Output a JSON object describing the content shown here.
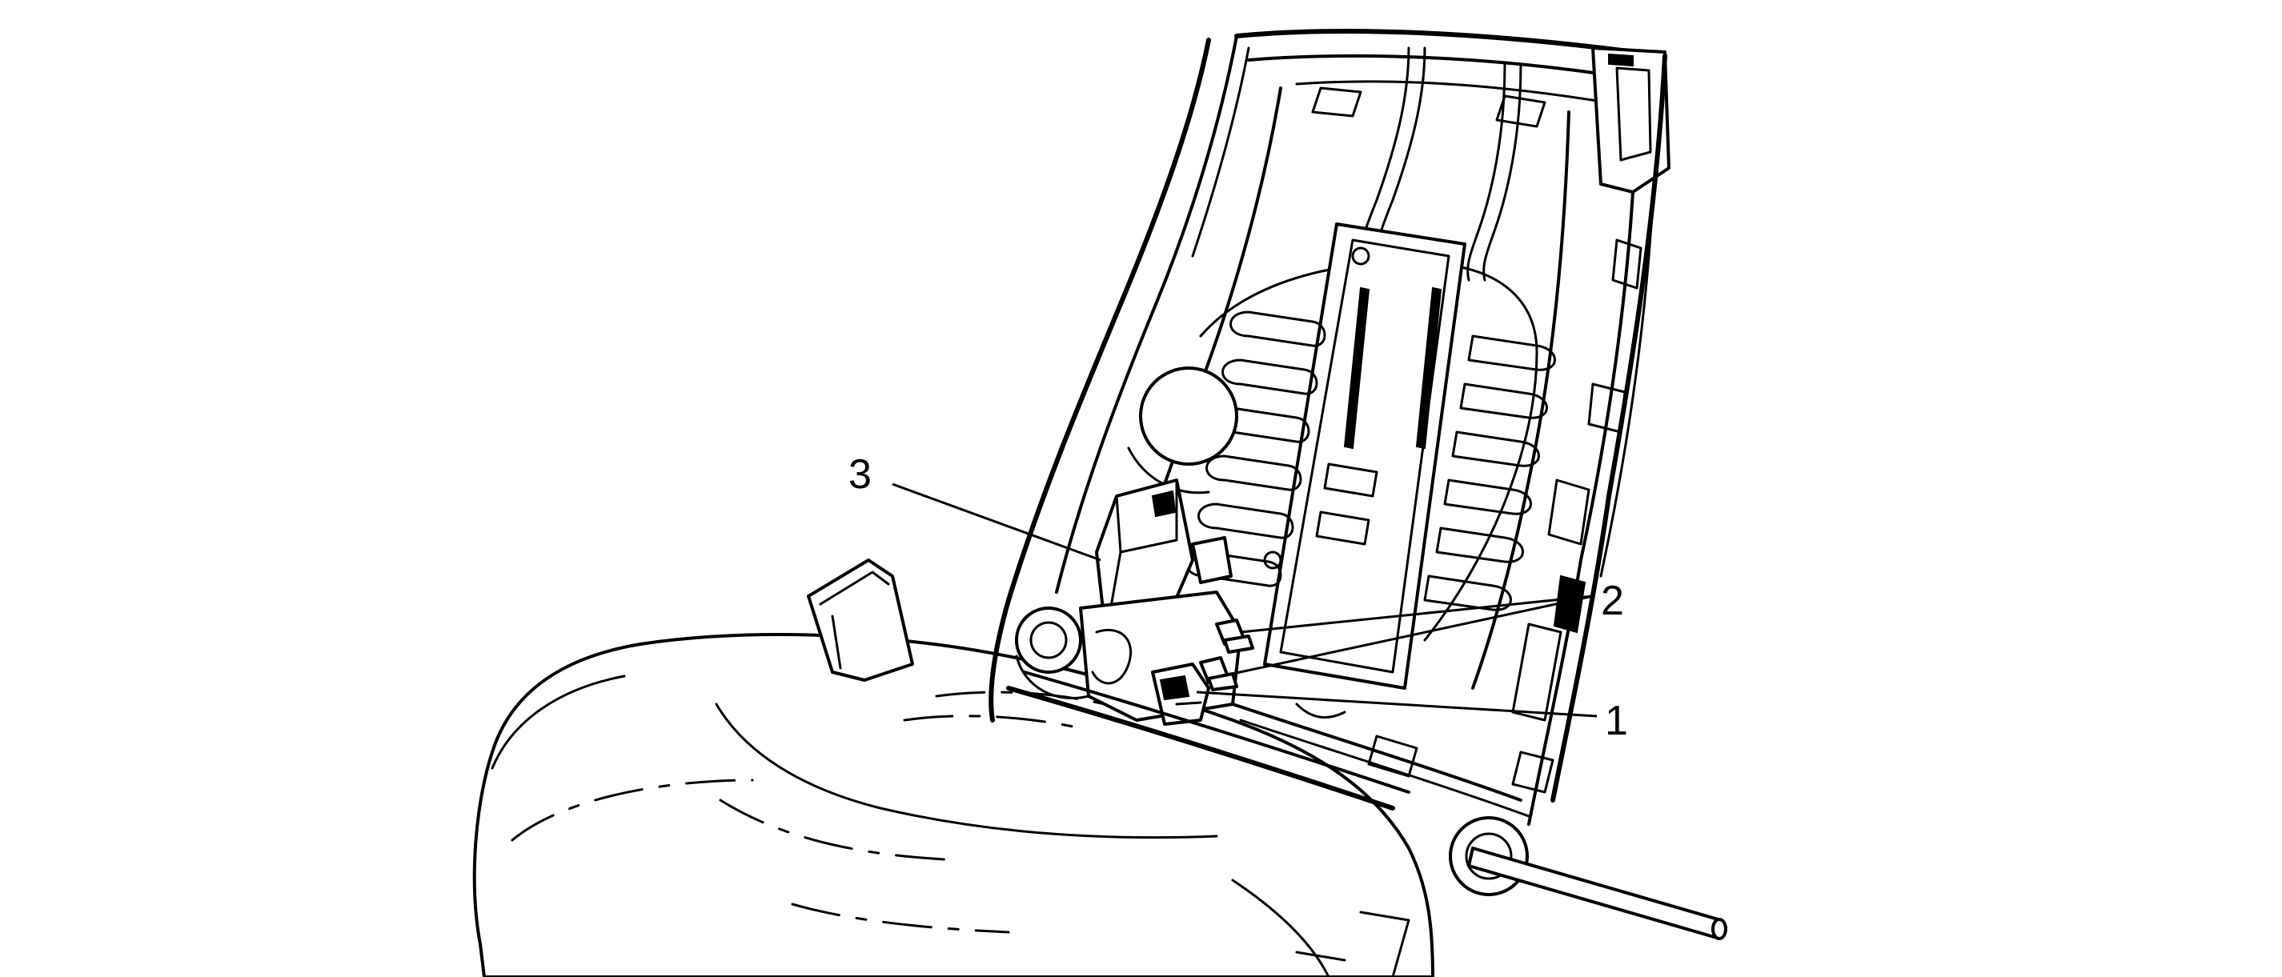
{
  "figure": {
    "background": "#ffffff",
    "line_color": "#000000",
    "callouts": [
      {
        "id": "1",
        "label": "1"
      },
      {
        "id": "2",
        "label": "2"
      },
      {
        "id": "3",
        "label": "3"
      }
    ]
  }
}
